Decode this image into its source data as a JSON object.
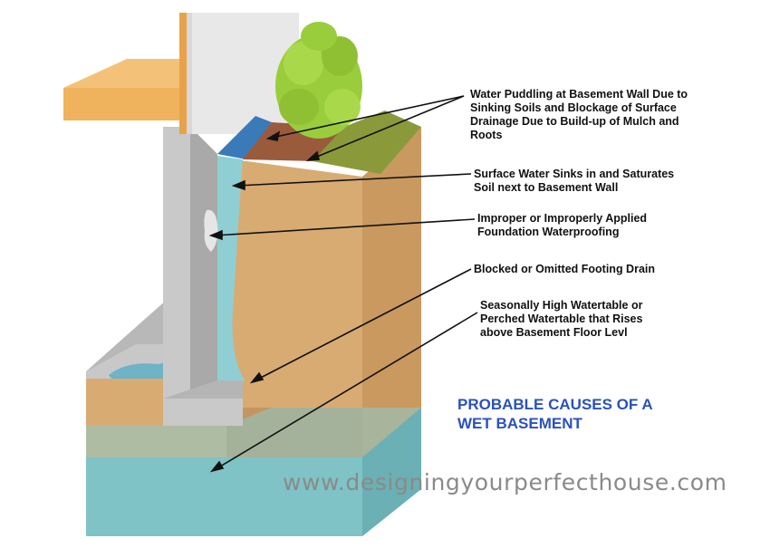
{
  "colors": {
    "soil": "#d8ab73",
    "soil_dark": "#c39660",
    "water": "#7fc3c6",
    "water_light": "#a6d9da",
    "concrete": "#c9c9c9",
    "concrete_dark": "#a9a9a9",
    "wood": "#f0b35d",
    "mulch": "#9a5a3c",
    "grass": "#8a9a3a",
    "foliage": "#9acd3c",
    "title": "#2a52be",
    "watermark": "#8a8a8a"
  },
  "callouts": [
    {
      "lines": [
        "Water Puddling at Basement Wall Due to",
        "Sinking Soils and Blockage of Surface",
        "Drainage Due to Build-up of Mulch and",
        "Roots"
      ]
    },
    {
      "lines": [
        "Surface Water Sinks in and Saturates",
        "Soil next to Basement Wall"
      ]
    },
    {
      "lines": [
        "Improper or Improperly Applied",
        "Foundation Waterproofing"
      ]
    },
    {
      "lines": [
        "Blocked or Omitted Footing Drain"
      ]
    },
    {
      "lines": [
        "Seasonally High Watertable or",
        "Perched Watertable that Rises",
        "above Basement Floor Levl"
      ]
    }
  ],
  "title": {
    "line1": "PROBABLE CAUSES OF A",
    "line2": "WET BASEMENT"
  },
  "watermark": "www.designingyourperfecthouse.com"
}
